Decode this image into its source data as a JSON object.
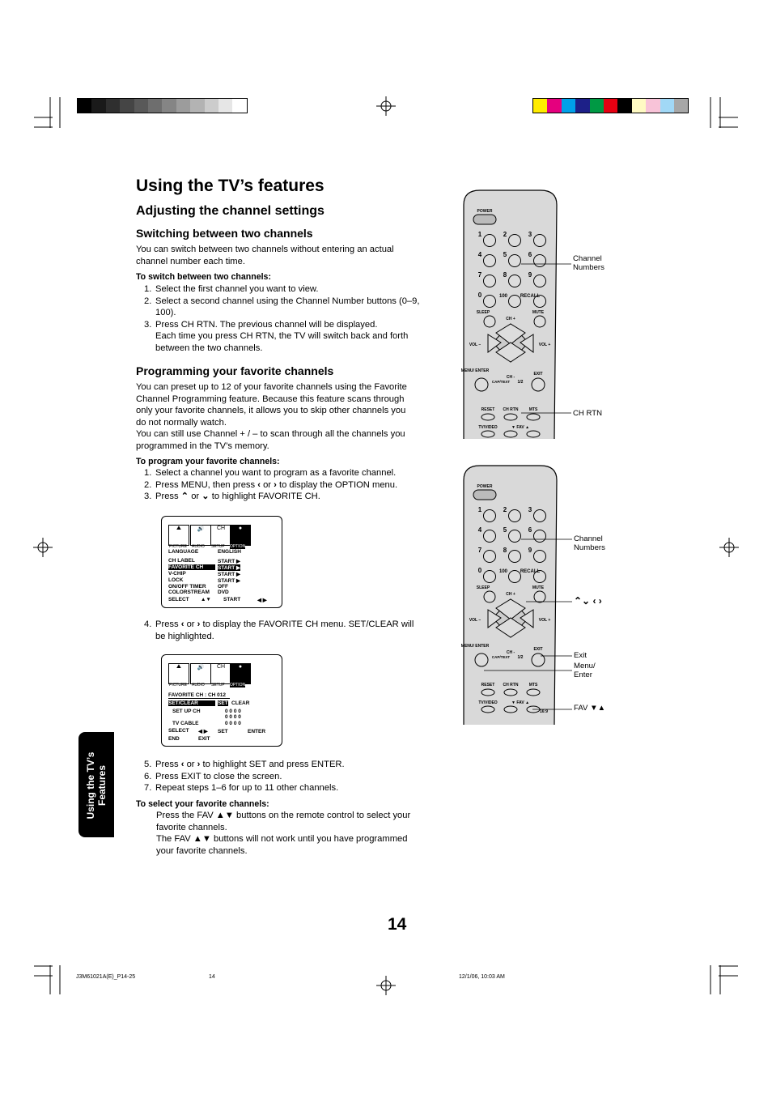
{
  "colors": {
    "gray_swatches": [
      "#000000",
      "#1a1a1a",
      "#2f2f2f",
      "#454545",
      "#595959",
      "#6e6e6e",
      "#858585",
      "#9c9c9c",
      "#b3b3b3",
      "#cccccc",
      "#e6e6e6",
      "#ffffff"
    ],
    "color_swatches": [
      "#ffec00",
      "#e5007e",
      "#00a0e9",
      "#1d2088",
      "#009944",
      "#e60012",
      "#000000",
      "#fffac3",
      "#f8c3d8",
      "#a1d8f6",
      "#a7a7a7"
    ],
    "remote_body": "#d9d9d9"
  },
  "page": {
    "title": "Using the TV’s features",
    "section": "Adjusting the channel settings",
    "side_tab": "Using the TV’s Features",
    "page_number": "14"
  },
  "switching": {
    "heading": "Switching between two channels",
    "intro_1": "You can switch between two channels without entering an actual",
    "intro_2": "channel number each time.",
    "subhead": "To switch between two channels:",
    "steps": [
      {
        "n": "1.",
        "l1": "Select the first channel you want to view.",
        "l2": "",
        "l3": ""
      },
      {
        "n": "2.",
        "l1": "Select a second channel using the Channel Number buttons (0–9,",
        "l2": "100).",
        "l3": ""
      },
      {
        "n": "3.",
        "l1": "Press CH RTN. The previous channel will be displayed.",
        "l2": "Each time you press CH RTN, the TV will switch back and forth",
        "l3": "between the two channels."
      }
    ]
  },
  "favorites": {
    "heading": "Programming your favorite channels",
    "intro": [
      "You can preset up to 12 of your favorite channels using the Favorite",
      "Channel Programming feature. Because this feature scans through",
      "only your favorite channels, it allows you to skip other channels you",
      "do not normally watch.",
      "You can still use Channel + / – to scan through all the channels you",
      "programmed in the TV’s memory."
    ],
    "subhead": "To program your favorite channels:",
    "step1": "Select a channel you want to program as a favorite channel.",
    "step2a": "Press MENU, then press",
    "step2b": "or",
    "step2c": "to display the OPTION menu.",
    "step3a": "Press",
    "step3b": "or",
    "step3c": "to highlight FAVORITE CH.",
    "step4a": "Press",
    "step4b": "or",
    "step4c": "to display the FAVORITE CH menu. SET/CLEAR will",
    "step4d": "be highlighted.",
    "step5a": "Press",
    "step5b": "or",
    "step5c": "to highlight SET and press ENTER.",
    "step6": "Press EXIT to close the screen.",
    "step7": "Repeat steps 1–6 for up to 11 other channels.",
    "select_subhead": "To select your favorite channels:",
    "select_l1": "Press the FAV ▲▼ buttons on the remote control to select your",
    "select_l2": "favorite channels.",
    "select_l3": "The FAV ▲▼ buttons will not work until you have programmed",
    "select_l4": "your favorite channels."
  },
  "menu1": {
    "tabs": [
      "PICTURE",
      "AUDIO",
      "SETUP",
      "OPTION"
    ],
    "rows": [
      [
        "LANGUAGE",
        "ENGLISH"
      ],
      [
        "CH LABEL",
        "START ▶"
      ],
      [
        "FAVORITE CH",
        "START ▶"
      ],
      [
        "V-CHIP",
        "START ▶"
      ],
      [
        "LOCK",
        "START ▶"
      ],
      [
        "ON/OFF TIMER",
        "OFF"
      ],
      [
        "COLORSTREAM",
        "DVD"
      ]
    ],
    "footer": [
      "SELECT",
      "▲▼",
      "START",
      "◀ ▶"
    ]
  },
  "menu2": {
    "tabs": [
      "PICTURE",
      "AUDIO",
      "SETUP",
      "OPTION"
    ],
    "title": "FAVORITE CH : CH 012",
    "setclear": "SET/CLEAR",
    "set": "SET",
    "clear": "CLEAR",
    "setup_ch": "SET UP CH",
    "tv_cable": "TV CABLE",
    "zeros": "0   0   0   0",
    "select": "SELECT",
    "select_arrows": "◀ ▶",
    "set_label": "SET",
    "enter": "ENTER",
    "end": "END",
    "exit": "EXIT"
  },
  "remote": {
    "power": "POWER",
    "digits": [
      "1",
      "2",
      "3",
      "4",
      "5",
      "6",
      "7",
      "8",
      "9",
      "0",
      "100",
      "RECALL"
    ],
    "sleep": "SLEEP",
    "mute": "MUTE",
    "ch_plus": "CH +",
    "ch_minus": "CH -",
    "vol_minus": "VOL –",
    "vol_plus": "VOL +",
    "menu_enter": "MENU/ ENTER",
    "exit": "EXIT",
    "cap_text": "CAP/TEXT",
    "half": "1/2",
    "reset": "RESET",
    "ch_rtn": "CH RTN",
    "mts": "MTS",
    "tv_video": "TV/VIDEO",
    "fav": "▼ FAV ▲",
    "ratio": "16:9"
  },
  "callouts": {
    "channel_numbers": "Channel Numbers",
    "ch_rtn": "CH RTN",
    "arrows": "⌃⌄ ‹ ›",
    "exit": "Exit",
    "menu_enter": "Menu/ Enter",
    "fav": "FAV ▼▲"
  },
  "footer": {
    "file": "J3M61021A(E)_P14-25",
    "page": "14",
    "date": "12/1/06, 10:03 AM"
  }
}
